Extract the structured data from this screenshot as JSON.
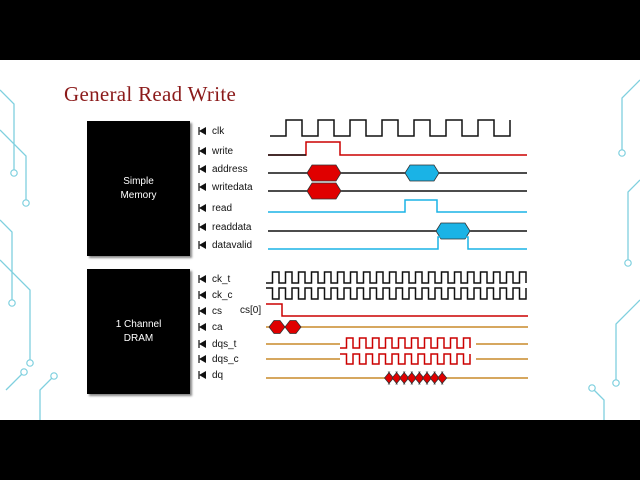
{
  "slide": {
    "title": "General Read Write"
  },
  "blocks": {
    "memory": {
      "line1": "Simple",
      "line2": "Memory"
    },
    "dram": {
      "line1": "1 Channel",
      "line2": "DRAM"
    }
  },
  "signals": {
    "memory": [
      "clk",
      "write",
      "address",
      "writedata",
      "read",
      "readdata",
      "datavalid"
    ],
    "dram": [
      "ck_t",
      "ck_c",
      "cs",
      "ca",
      "dqs_t",
      "dqs_c",
      "dq"
    ]
  },
  "annotations": {
    "cs_bit": "cs[0]"
  },
  "colors": {
    "title": "#8b1a1a",
    "clock": "#111111",
    "strobe": "#cc0000",
    "data_red": "#e00000",
    "data_cyan": "#1ab3e6",
    "bus_gold": "#c98a2a",
    "decor_teal": "#7fd0df"
  }
}
